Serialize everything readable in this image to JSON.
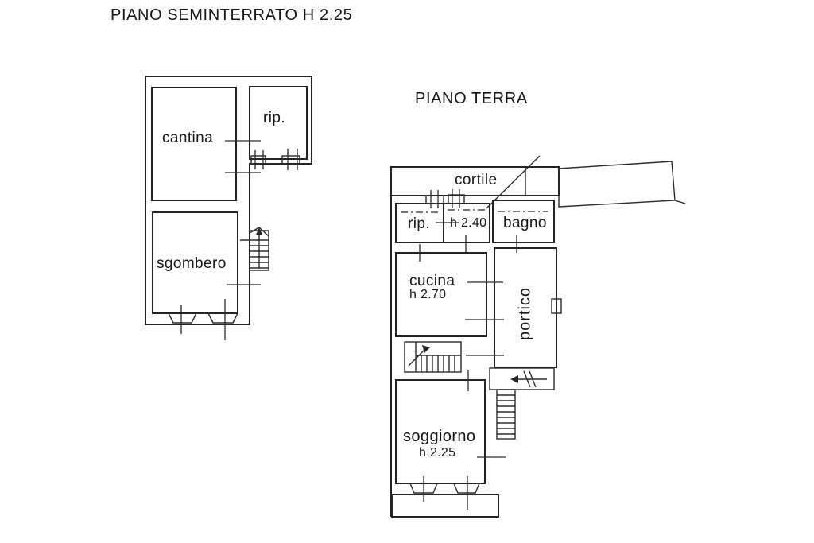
{
  "page": {
    "background": "#ffffff",
    "ink": "#242424"
  },
  "seminterrato": {
    "title": "PIANO SEMINTERRATO H 2.25",
    "rooms": {
      "cantina": "cantina",
      "rip": "rip.",
      "sgombero": "sgombero"
    }
  },
  "terra": {
    "title": "PIANO TERRA",
    "rooms": {
      "cortile": "cortile",
      "rip": "rip.",
      "central_height": "h 2.40",
      "bagno": "bagno",
      "cucina": "cucina",
      "cucina_height": "h 2.70",
      "portico": "portico",
      "soggiorno": "soggiorno",
      "soggiorno_height": "h 2.25"
    }
  }
}
